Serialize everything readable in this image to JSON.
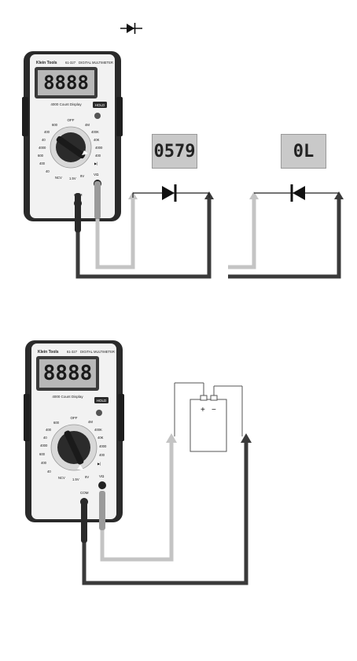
{
  "header": {
    "symbol_icon": "diode-symbol-icon"
  },
  "meter": {
    "brand": "Klein Tools",
    "model": "61-327",
    "product": "DIGITAL MULTIMETER",
    "count_label": "4000 Count Display",
    "display": "8888",
    "hold": "HOLD",
    "off": "OFF",
    "dial_labels": {
      "ac": "600",
      "ac2": "400",
      "ac3": "40",
      "dc1": "4000",
      "dc2": "600",
      "dc3": "400",
      "dcm": "40",
      "mv": "NCV",
      "r4m": "4M",
      "r400k": "400K",
      "r40k": "40K",
      "r4000": "4000",
      "r400": "400",
      "diode": "▶|",
      "v15": "1.5V",
      "v9": "9V"
    },
    "jack_com": "COM",
    "jack_v": "VΩ"
  },
  "readings": {
    "forward": "0579",
    "reverse": "0L"
  },
  "battery": {
    "plus": "+",
    "minus": "−"
  },
  "colors": {
    "red_lead": "#3a3a3a",
    "black_lead": "#3a3a3a",
    "light_lead": "#c4c4c4",
    "dark": "#2b2b2b"
  }
}
